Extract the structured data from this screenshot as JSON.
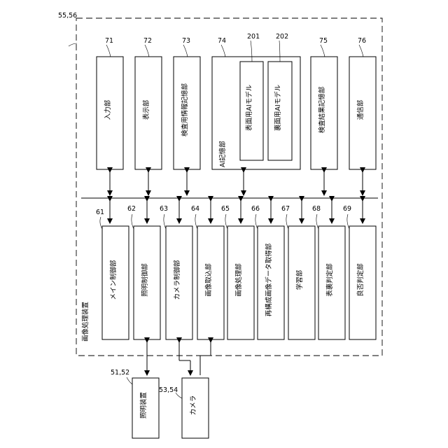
{
  "figure": {
    "device_ref": "55,56",
    "device_title": "画像処理装置",
    "storage_units": [
      {
        "ref": "71",
        "label": "入力部"
      },
      {
        "ref": "72",
        "label": "表示部"
      },
      {
        "ref": "73",
        "label": "検査用情報記憶部"
      },
      {
        "ref": "74",
        "label": "AI記憶部"
      },
      {
        "ref": "75",
        "label": "検査結果記憶部"
      },
      {
        "ref": "76",
        "label": "通信部"
      }
    ],
    "ai_models": [
      {
        "ref": "201",
        "label": "表面用AIモデル"
      },
      {
        "ref": "202",
        "label": "裏面用AIモデル"
      }
    ],
    "processing_units": [
      {
        "ref": "61",
        "label": "メイン制御部"
      },
      {
        "ref": "62",
        "label": "照明制御部"
      },
      {
        "ref": "63",
        "label": "カメラ制御部"
      },
      {
        "ref": "64",
        "label": "画像取込部"
      },
      {
        "ref": "65",
        "label": "画像処理部"
      },
      {
        "ref": "66",
        "label": "再構成画像データ取得部"
      },
      {
        "ref": "67",
        "label": "学習部"
      },
      {
        "ref": "68",
        "label": "表裏判定部"
      },
      {
        "ref": "69",
        "label": "良否判定部"
      }
    ],
    "external_devices": [
      {
        "ref": "51,52",
        "label": "照明装置"
      },
      {
        "ref": "53,54",
        "label": "カメラ"
      }
    ]
  }
}
